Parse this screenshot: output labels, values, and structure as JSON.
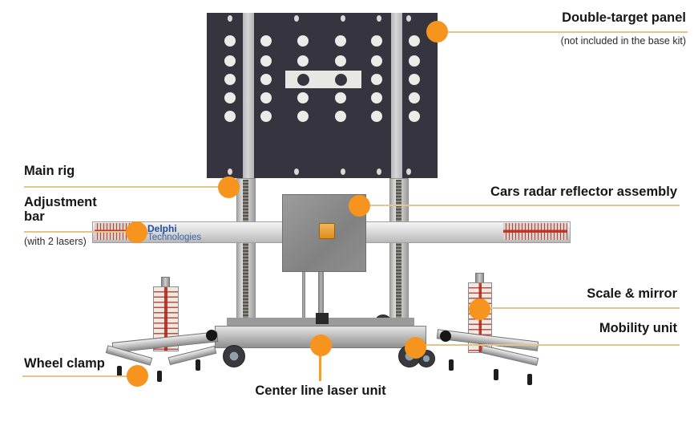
{
  "callouts": {
    "double_target": {
      "title": "Double-target panel",
      "subtitle": "(not included in the base kit)"
    },
    "main_rig": {
      "title": "Main rig"
    },
    "adjustment_bar": {
      "title": "Adjustment bar",
      "subtitle": "(with 2 lasers)"
    },
    "radar_reflector": {
      "title": "Cars radar reflector assembly"
    },
    "scale_mirror": {
      "title": "Scale & mirror"
    },
    "mobility_unit": {
      "title": "Mobility unit"
    },
    "wheel_clamp": {
      "title": "Wheel clamp"
    },
    "center_laser": {
      "title": "Center line laser unit"
    }
  },
  "brand": {
    "line1": "Delphi",
    "line2": "Technologies"
  },
  "colors": {
    "marker_orange": "#F7941E",
    "callout_line": "#E4C488",
    "target_panel_navy": "#36343F",
    "brand_blue": "#1F4F9F",
    "ruler_red": "#C0392B"
  }
}
